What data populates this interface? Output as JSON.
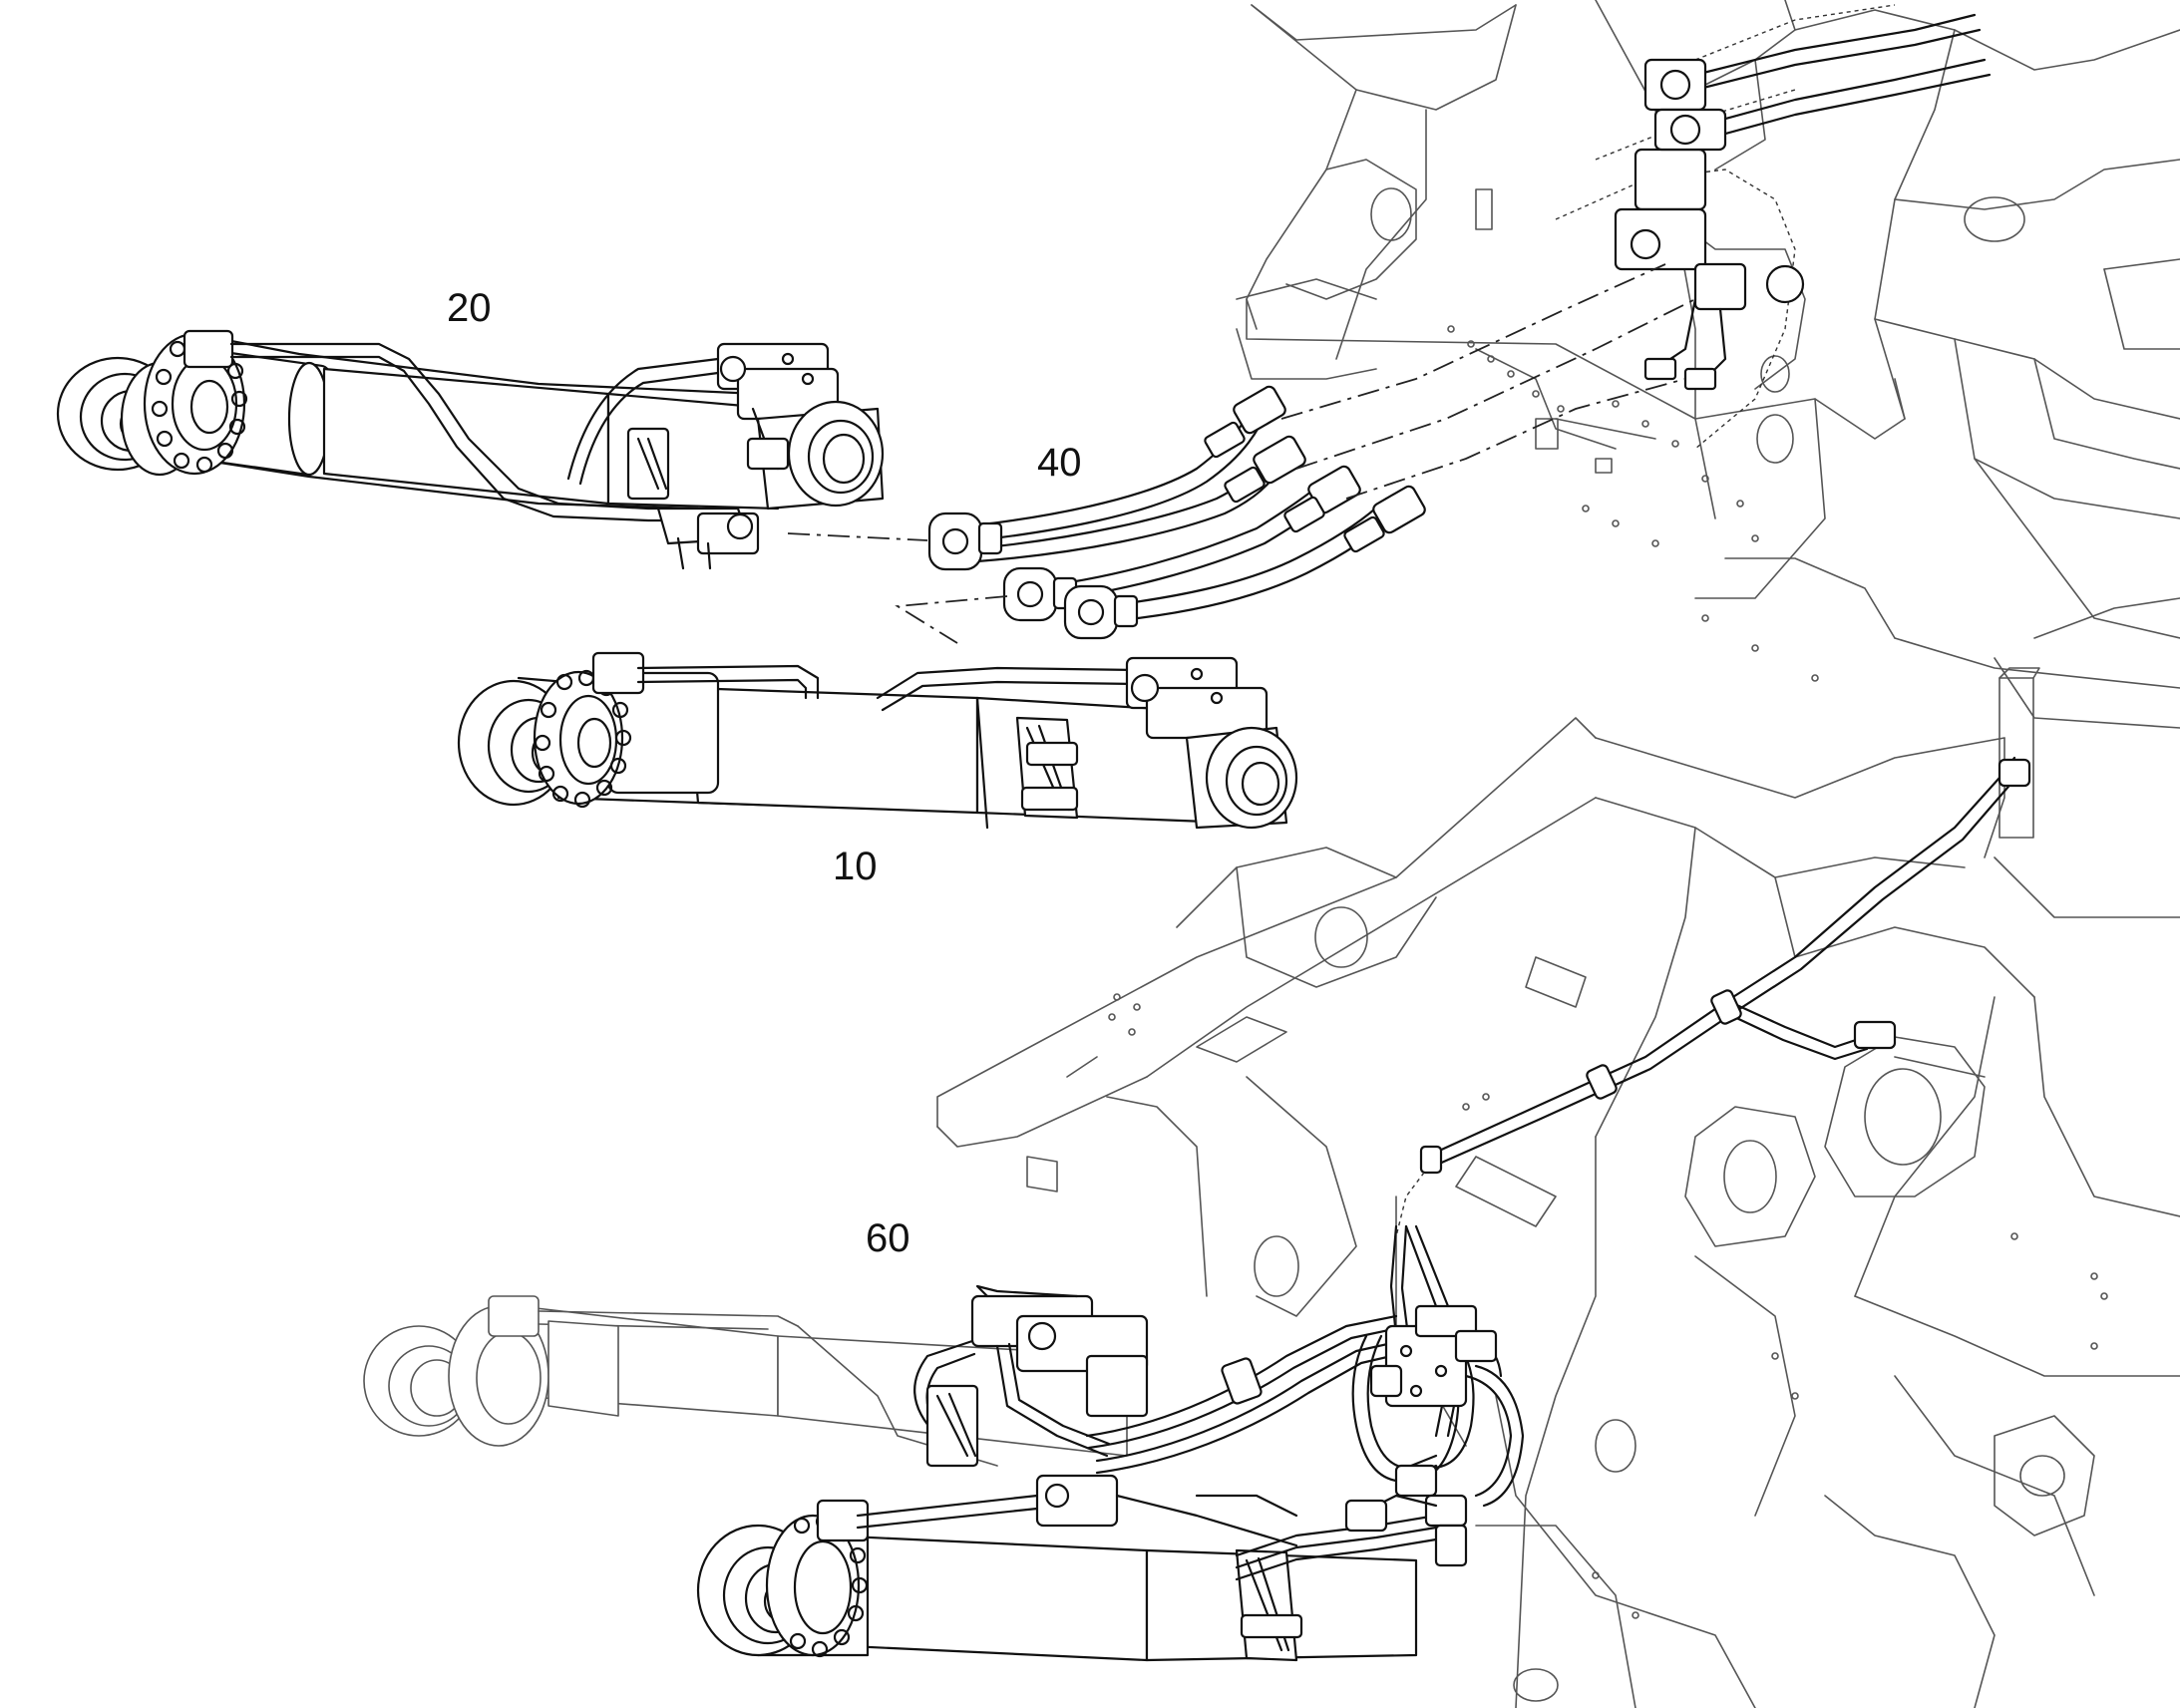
{
  "callouts": {
    "item_20": "20",
    "item_40": "40",
    "item_10": "10",
    "item_60": "60"
  },
  "colors": {
    "line": "#111111",
    "background": "#ffffff"
  }
}
